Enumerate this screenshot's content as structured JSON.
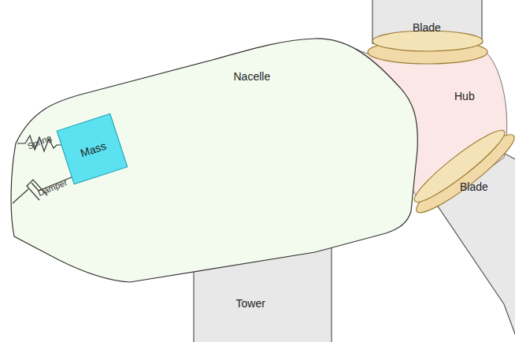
{
  "diagram": {
    "nodes": [
      {
        "text": [
          "Blade"
        ]
      },
      {
        "text": [
          "Nacelle"
        ]
      },
      {
        "text": [
          "Mass"
        ],
        "in": 1
      },
      {
        "text": [
          "Hub"
        ]
      },
      {
        "text": [
          "Blade"
        ]
      },
      {
        "text": [
          "Tower"
        ]
      }
    ],
    "labels": [
      "Spring",
      "Damper"
    ]
  }
}
